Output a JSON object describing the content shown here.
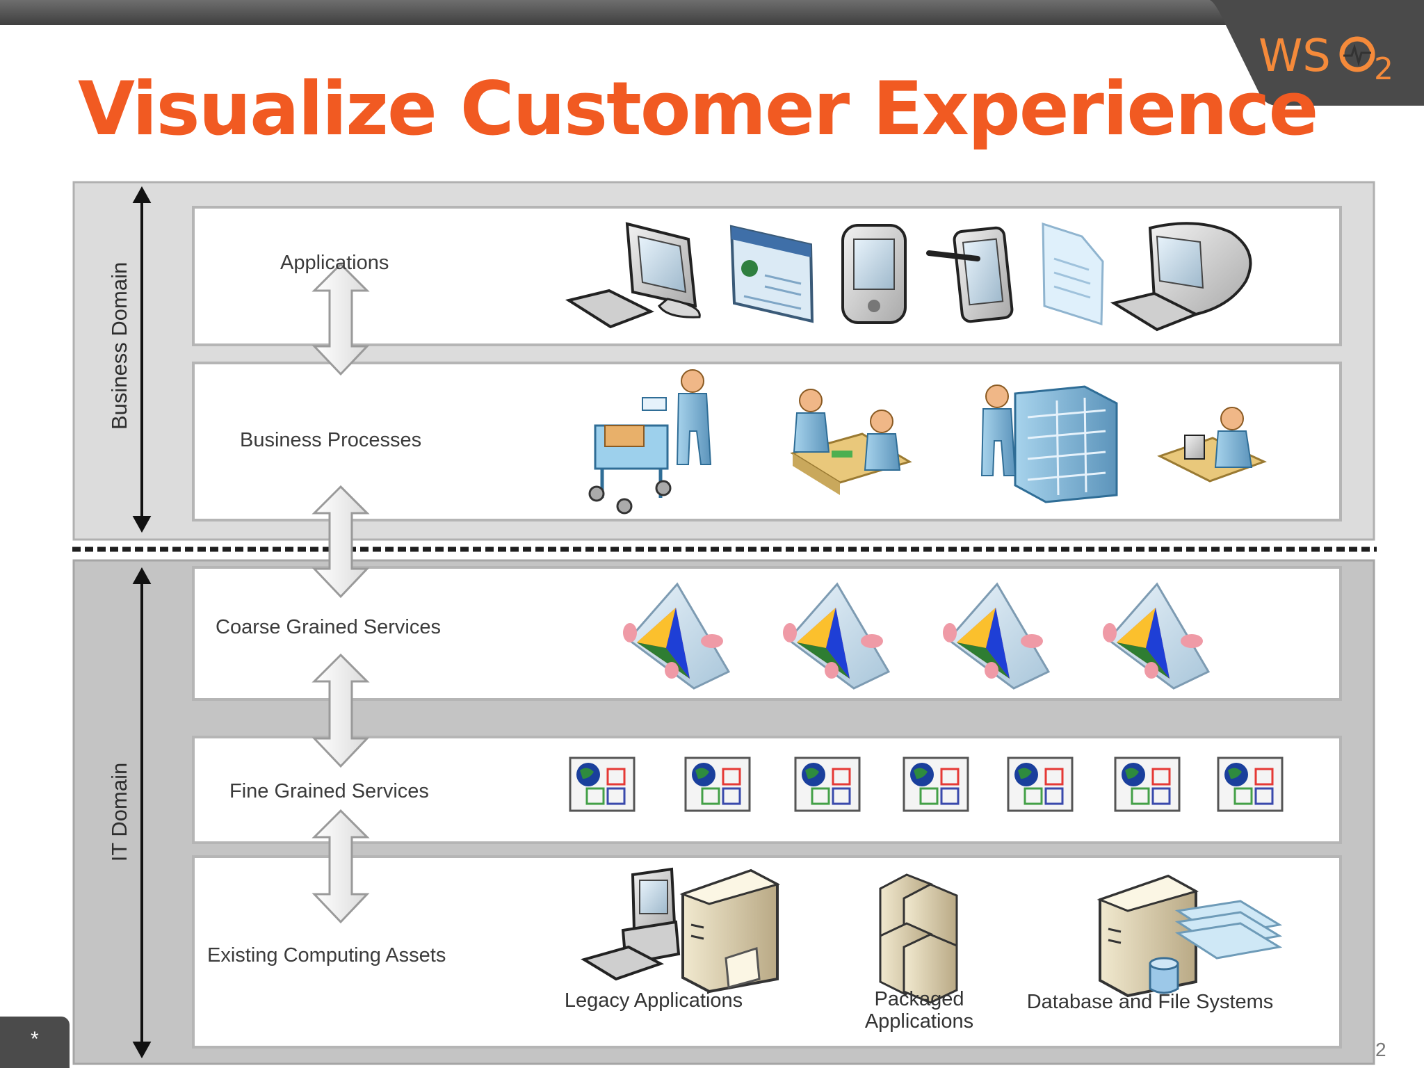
{
  "slide": {
    "title": "Visualize Customer Experience",
    "logo_text": "WSO2",
    "page_number": "2",
    "footer_marker": "*",
    "brand_color": "#f15a22"
  },
  "domains": {
    "business": "Business Domain",
    "it": "IT Domain"
  },
  "layers": [
    {
      "label": "Applications",
      "icons": [
        "desktop-computer-icon",
        "browser-window-icon",
        "pda-icon",
        "tablet-stylus-icon",
        "document-icon",
        "imac-computer-icon"
      ]
    },
    {
      "label": "Business Processes",
      "icons": [
        "cart-worker-icon",
        "meeting-table-icon",
        "server-rack-worker-icon",
        "desk-worker-icon"
      ]
    },
    {
      "label": "Coarse Grained Services",
      "icons": [
        "service-prism-icon",
        "service-prism-icon",
        "service-prism-icon",
        "service-prism-icon"
      ]
    },
    {
      "label": "Fine Grained Services",
      "icons": [
        "service-box-icon",
        "service-box-icon",
        "service-box-icon",
        "service-box-icon",
        "service-box-icon",
        "service-box-icon",
        "service-box-icon"
      ]
    },
    {
      "label": "Existing Computing Assets",
      "icons": [
        "legacy-server-icon",
        "packaged-server-icon",
        "database-server-icon"
      ]
    }
  ],
  "assets": {
    "legacy": "Legacy Applications",
    "packaged": "Packaged Applications",
    "database": "Database and File Systems"
  }
}
